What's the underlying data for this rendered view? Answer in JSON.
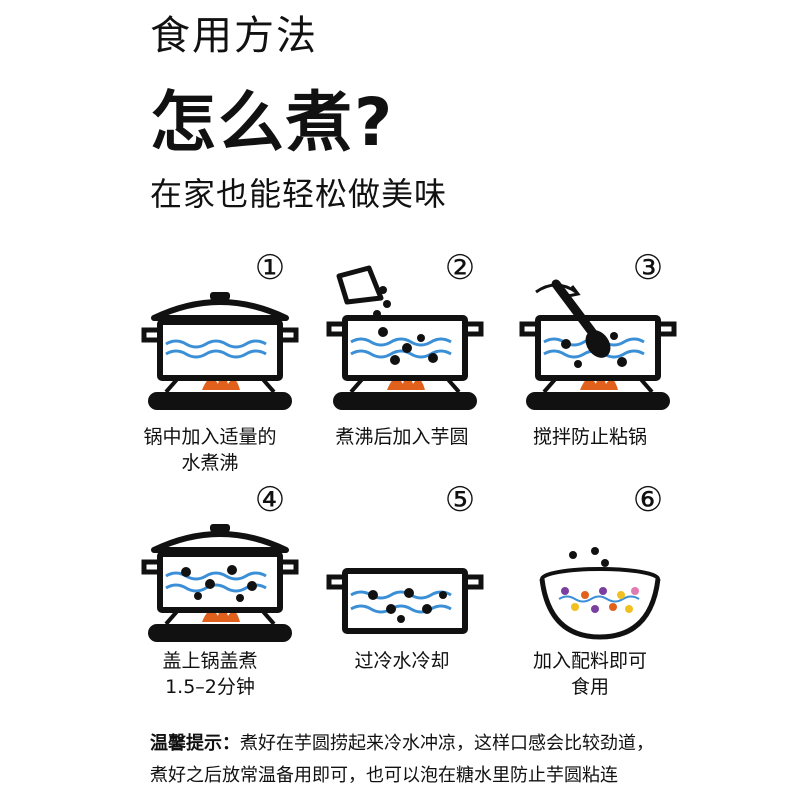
{
  "header": {
    "title_small": "食用方法",
    "title_big": "怎么煮?",
    "subtitle": "在家也能轻松做美味"
  },
  "steps": [
    {
      "num": "①",
      "line1": "锅中加入适量的",
      "line2": "水煮沸"
    },
    {
      "num": "②",
      "line1": "煮沸后加入芋圆",
      "line2": ""
    },
    {
      "num": "③",
      "line1": "搅拌防止粘锅",
      "line2": ""
    },
    {
      "num": "④",
      "line1": "盖上锅盖煮",
      "line2": "1.5–2分钟"
    },
    {
      "num": "⑤",
      "line1": "过冷水冷却",
      "line2": ""
    },
    {
      "num": "⑥",
      "line1": "加入配料即可",
      "line2": "食用"
    }
  ],
  "tip": {
    "label": "温馨提示：",
    "line1": "煮好在芋圆捞起来冷水冲凉，这样口感会比较劲道，",
    "line2": "煮好之后放常温备用即可，也可以泡在糖水里防止芋圆粘连"
  },
  "colors": {
    "water": "#3a8fd6",
    "flame": "#e0601c",
    "ink": "#111111"
  }
}
